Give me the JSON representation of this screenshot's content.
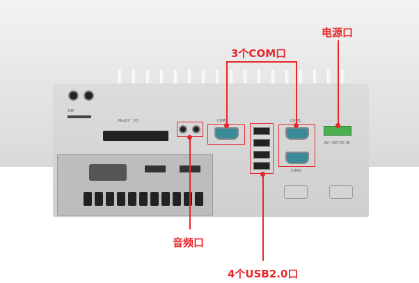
{
  "callouts": {
    "power": "电源口",
    "com": "3个COM口",
    "audio": "音频口",
    "usb": "4个USB2.0口"
  },
  "device_labels": {
    "sim": "SIM",
    "mezio": "MezIO™ I/O",
    "com2": "COM2",
    "com1": "COM1",
    "com3": "COM3",
    "dc_in": "8V~35V DC IN"
  },
  "colors": {
    "accent": "#e8262a",
    "background": "#d9d9d9"
  }
}
